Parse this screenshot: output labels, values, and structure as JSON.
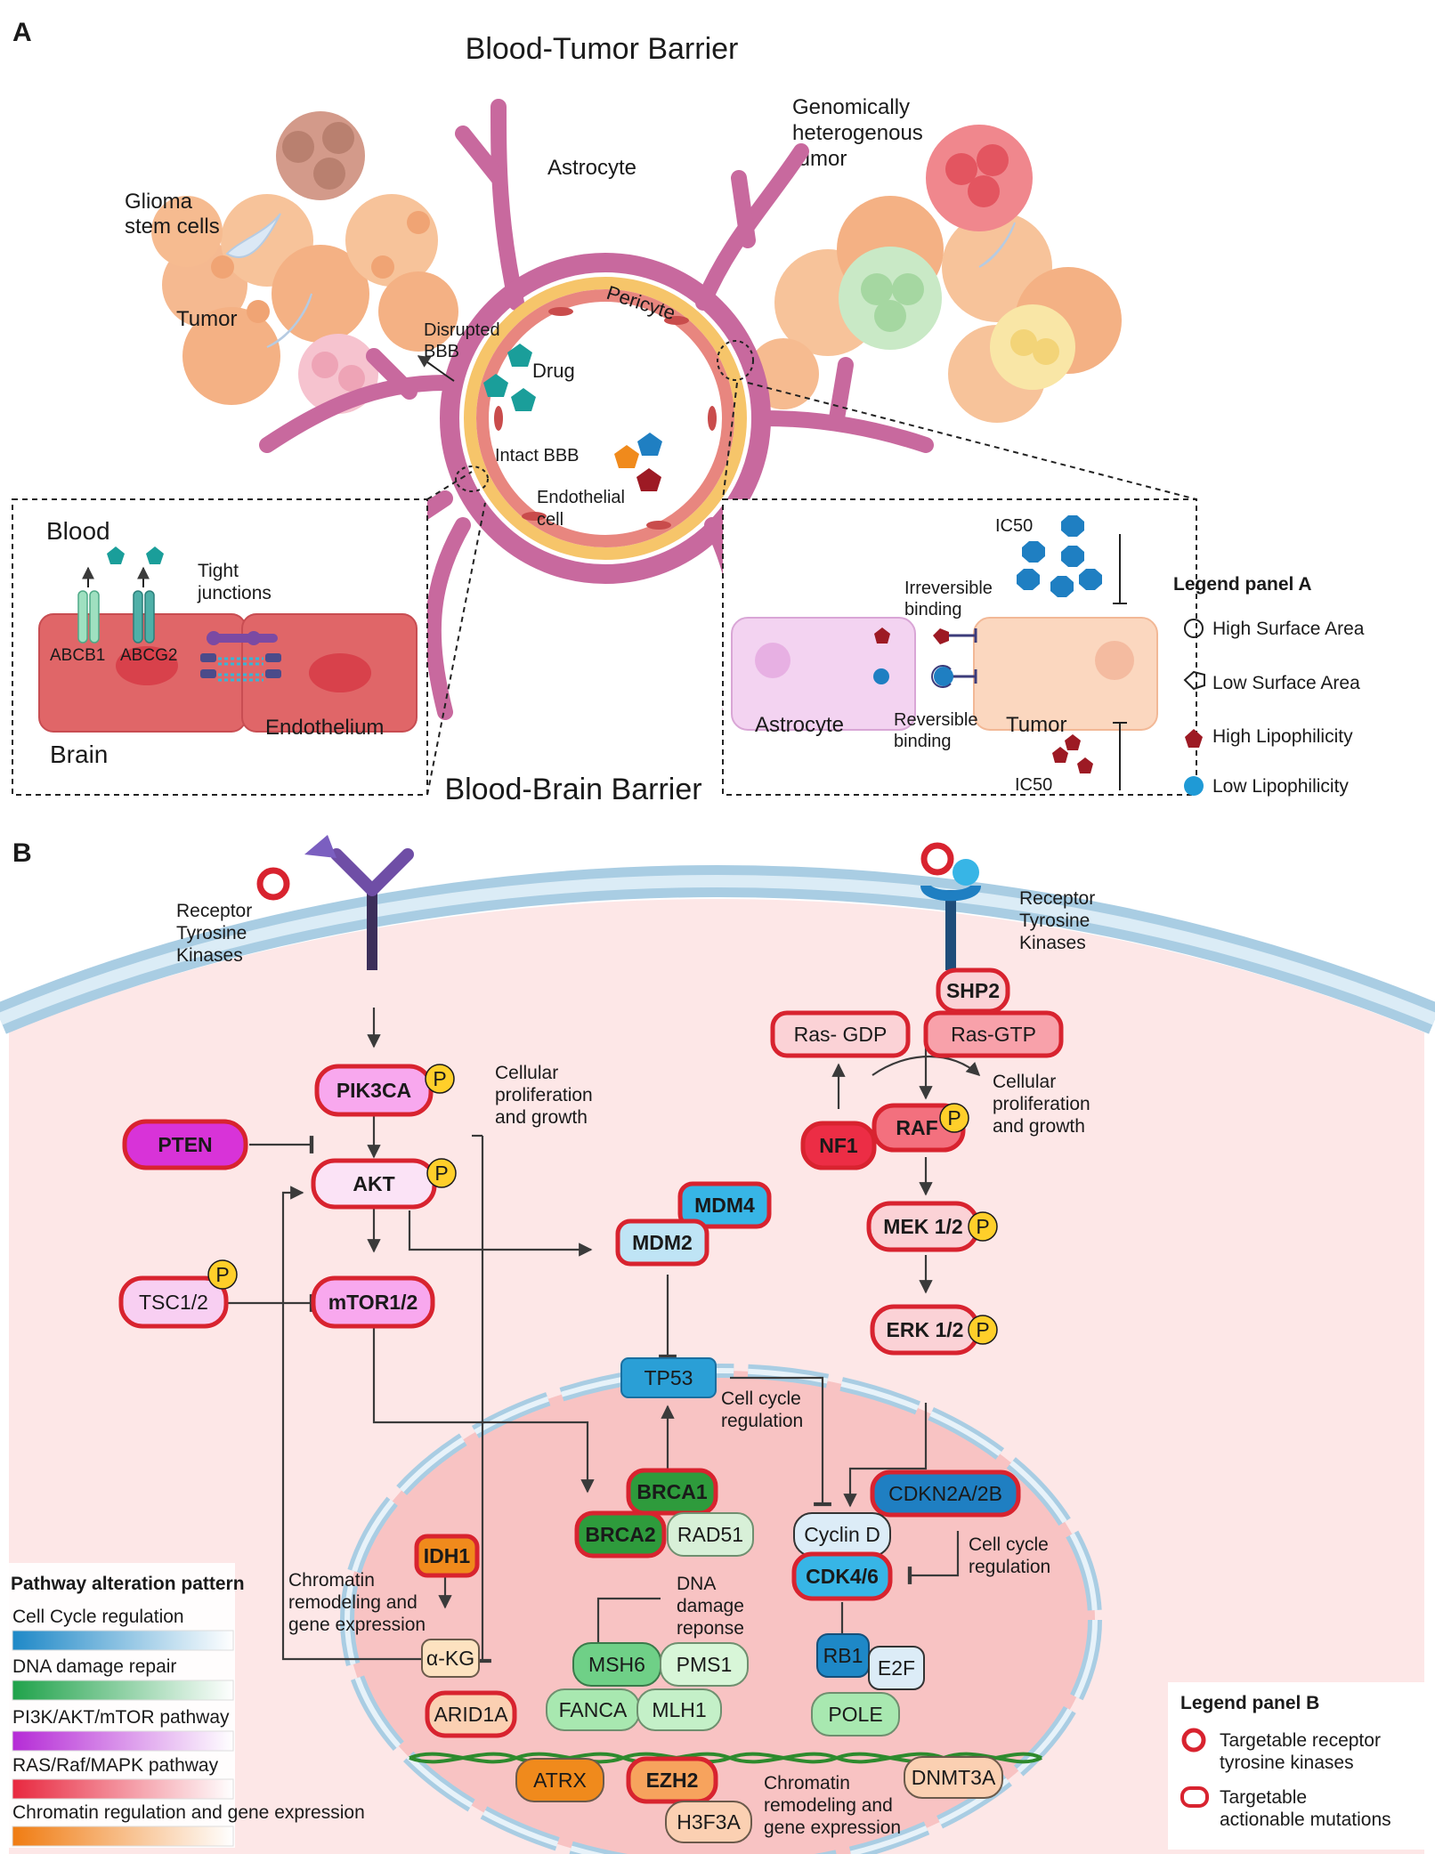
{
  "colors": {
    "astrocyte": "#c8699e",
    "endothelial": "#e8867f",
    "pericyte": "#f6c56a",
    "target_outline": "#d8232f",
    "drug_teal": "#1a9e9a",
    "drug_blue": "#1f7fc2",
    "drug_orange": "#f08a1c",
    "drug_red": "#9d1a24",
    "cell_bg": "#fde7e7",
    "membrane": "#a9cde3"
  },
  "panel_a": {
    "label": "A",
    "title": "Blood-Tumor Barrier",
    "bottom_title": "Blood-Brain Barrier",
    "labels": {
      "astrocyte_top": "Astrocyte",
      "genomic_1": "Genomically",
      "genomic_2": "heterogenous",
      "genomic_3": "tumor",
      "glioma_1": "Glioma",
      "glioma_2": "stem cells",
      "tumor": "Tumor",
      "pericyte": "Pericyte",
      "disrupted_1": "Disrupted",
      "disrupted_2": "BBB",
      "drug": "Drug",
      "intact": "Intact BBB",
      "endo_1": "Endothelial",
      "endo_2": "cell"
    },
    "left_inset": {
      "blood": "Blood",
      "brain": "Brain",
      "tight_1": "Tight",
      "tight_2": "junctions",
      "abcb1": "ABCB1",
      "abcg2": "ABCG2",
      "endothelium": "Endothelium"
    },
    "right_inset": {
      "ic50_top": "IC50",
      "ic50_bottom": "IC50",
      "irrev_1": "Irreversible",
      "irrev_2": "binding",
      "rev_1": "Reversible",
      "rev_2": "binding",
      "astrocyte": "Astrocyte",
      "tumor": "Tumor"
    },
    "legend": {
      "title": "Legend panel A",
      "items": [
        "High Surface Area",
        "Low Surface Area",
        "High Lipophilicity",
        "Low Lipophilicity"
      ]
    }
  },
  "panel_b": {
    "label": "B",
    "rtk_left_1": "Receptor",
    "rtk_left_2": "Tyrosine",
    "rtk_left_3": "Kinases",
    "rtk_right_1": "Receptor",
    "rtk_right_2": "Tyrosine",
    "rtk_right_3": "Kinases",
    "prolif_left_1": "Cellular",
    "prolif_left_2": "proliferation",
    "prolif_left_3": "and growth",
    "prolif_right_1": "Cellular",
    "prolif_right_2": "proliferation",
    "prolif_right_3": "and growth",
    "cellcycle_1": "Cell cycle",
    "cellcycle_2": "regulation",
    "cellcycle_b_1": "Cell cycle",
    "cellcycle_b_2": "regulation",
    "dna_1": "DNA",
    "dna_2": "damage",
    "dna_3": "reponse",
    "chrom_1": "Chromatin",
    "chrom_2": "remodeling and",
    "chrom_3": "gene expression",
    "chrom_b_1": "Chromatin",
    "chrom_b_2": "remodeling and",
    "chrom_b_3": "gene expression",
    "phospho": "P",
    "nodes": {
      "pik3ca": "PIK3CA",
      "pten": "PTEN",
      "akt": "AKT",
      "tsc": "TSC1/2",
      "mtor": "mTOR1/2",
      "mdm4": "MDM4",
      "mdm2": "MDM2",
      "tp53": "TP53",
      "shp2": "SHP2",
      "rasgdp": "Ras- GDP",
      "rasgtp": "Ras-GTP",
      "nf1": "NF1",
      "raf": "RAF",
      "mek": "MEK 1/2",
      "erk": "ERK 1/2",
      "brca1": "BRCA1",
      "brca2": "BRCA2",
      "rad51": "RAD51",
      "cdkn2a": "CDKN2A/2B",
      "cyclind": "Cyclin D",
      "cdk46": "CDK4/6",
      "idh1": "IDH1",
      "akg": "α-KG",
      "msh6": "MSH6",
      "pms1": "PMS1",
      "fanca": "FANCA",
      "mlh1": "MLH1",
      "rb1": "RB1",
      "e2f": "E2F",
      "pole": "POLE",
      "arid1a": "ARID1A",
      "atrx": "ATRX",
      "ezh2": "EZH2",
      "h3f3a": "H3F3A",
      "dnmt3a": "DNMT3A"
    },
    "pathway_legend": {
      "title": "Pathway alteration pattern",
      "items": [
        {
          "label": "Cell Cycle regulation",
          "color": "#1e88c7"
        },
        {
          "label": "DNA damage repair",
          "color": "#1fa24a"
        },
        {
          "label": "PI3K/AKT/mTOR pathway",
          "color": "#b52bd6"
        },
        {
          "label": "RAS/Raf/MAPK pathway",
          "color": "#e8283f"
        },
        {
          "label": "Chromatin regulation and gene expression",
          "color": "#f07c12"
        }
      ]
    },
    "legend_b": {
      "title": "Legend panel B",
      "item1_1": "Targetable receptor",
      "item1_2": "tyrosine kinases",
      "item2_1": "Targetable",
      "item2_2": "actionable mutations"
    }
  }
}
